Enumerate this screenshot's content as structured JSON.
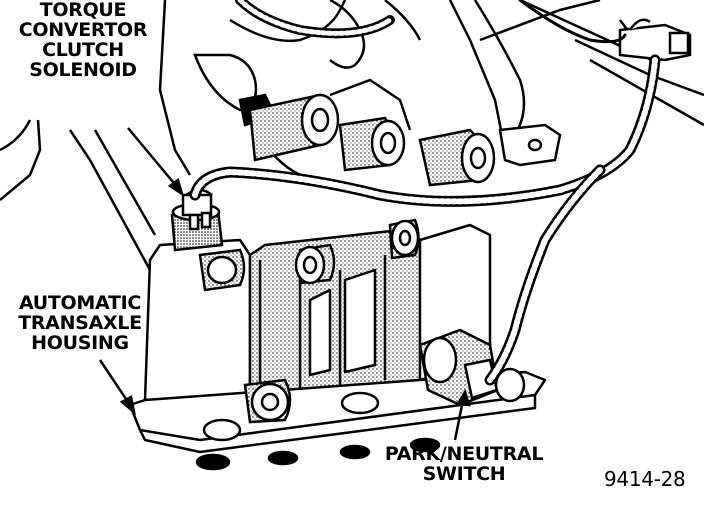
{
  "labels": {
    "solenoid": [
      "TORQUE",
      "CONVERTOR",
      "CLUTCH",
      "SOLENOID"
    ],
    "housing": [
      "AUTOMATIC",
      "TRANSAXLE",
      "HOUSING"
    ],
    "switch": [
      "PARK/NEUTRAL",
      "SWITCH"
    ],
    "figure_number": "9414-28"
  },
  "colors": {
    "ink": "#000000",
    "paper": "#ffffff"
  }
}
